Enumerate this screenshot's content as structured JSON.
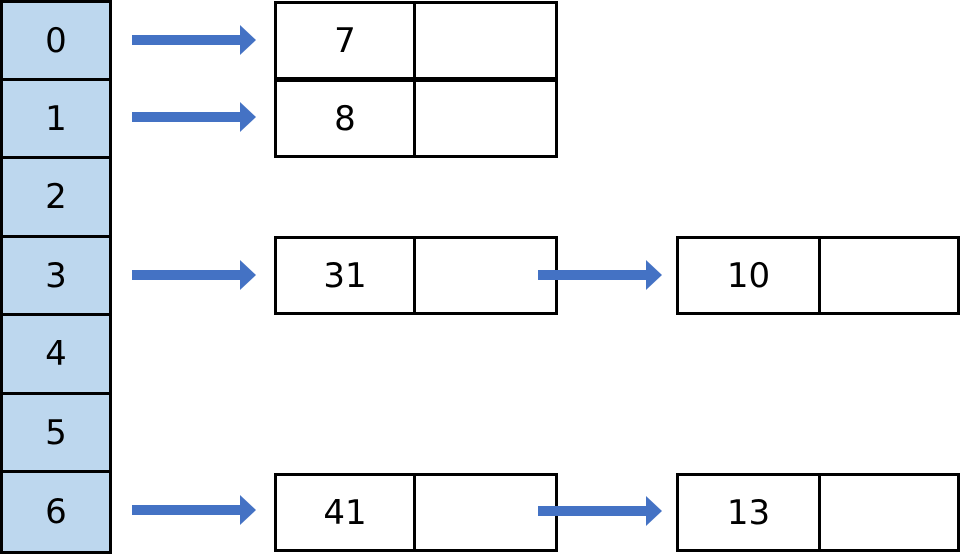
{
  "hash_table": {
    "fill_color": "#bdd7ee",
    "slots": [
      "0",
      "1",
      "2",
      "3",
      "4",
      "5",
      "6"
    ]
  },
  "arrow_color": "#4472c4",
  "chains": {
    "slot_0": {
      "node_1": "7"
    },
    "slot_1": {
      "node_1": "8"
    },
    "slot_3": {
      "node_1": "31",
      "node_2": "10"
    },
    "slot_6": {
      "node_1": "41",
      "node_2": "13"
    }
  }
}
